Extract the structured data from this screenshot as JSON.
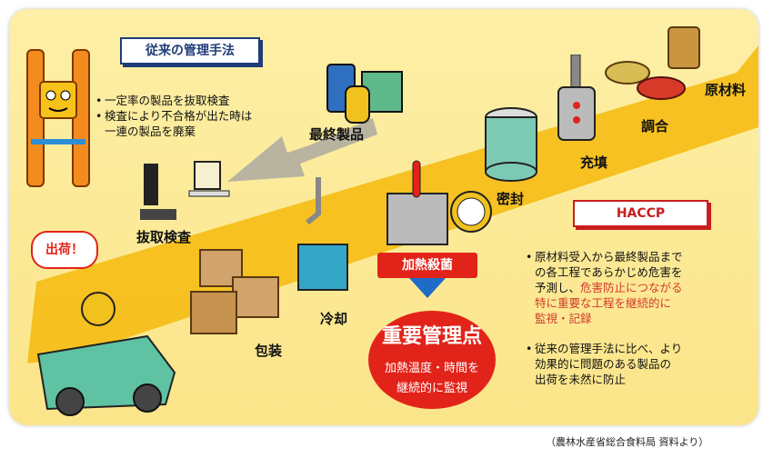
{
  "conventional": {
    "title": "従来の管理手法",
    "bullets": [
      "一定率の製品を抜取検査",
      "検査により不合格が出た時は",
      "一連の製品を廃棄"
    ]
  },
  "steps": {
    "raw_materials": "原材料",
    "blending": "調合",
    "filling": "充填",
    "sealing": "密封",
    "final_product": "最終製品",
    "sampling": "抜取検査",
    "cooling": "冷却",
    "packaging": "包装",
    "shipping": "出荷！",
    "heat_sterilization": "加熱殺菌"
  },
  "ccp": {
    "title": "重要管理点",
    "line1": "加熱温度・時間を",
    "line2": "継続的に監視"
  },
  "haccp": {
    "title": "HACCP",
    "p1_lines": [
      "原材料受入から最終製品まで",
      "の各工程であらかじめ危害を",
      "予測し、"
    ],
    "p1_red1": "危害防止につながる",
    "p1_red2": "特に重要な工程を継続的に",
    "p1_red3": "監視・記録",
    "p2_lines": [
      "従来の管理手法に比べ、より",
      "効果的に問題のある製品の",
      "出荷を未然に防止"
    ]
  },
  "source": "（農林水産省総合食料局 資料より）",
  "colors": {
    "accent_red": "#e2231a",
    "navy": "#1f3c7a",
    "path_yellow": "#f7c21a"
  }
}
